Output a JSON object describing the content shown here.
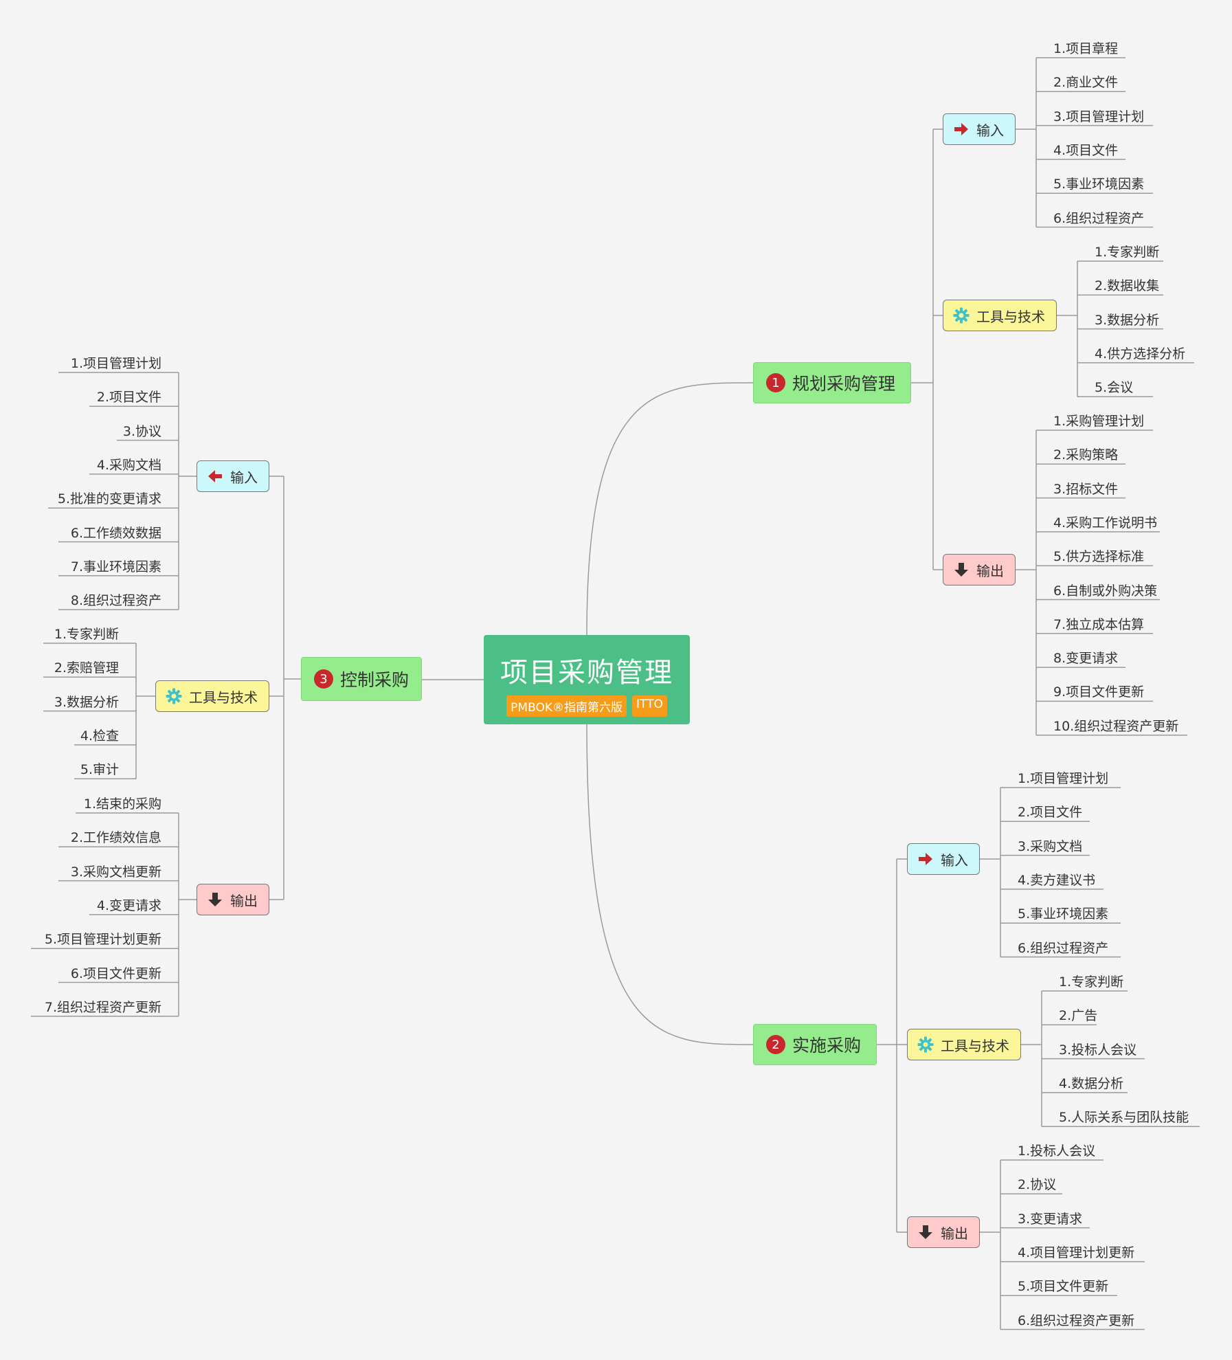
{
  "root": {
    "title": "项目采购管理",
    "tag1": "PMBOK®指南第六版",
    "tag2": "ITTO"
  },
  "branches": [
    {
      "num": "1",
      "label": "规划采购管理",
      "input": {
        "label": "输入",
        "items": [
          "1.项目章程",
          "2.商业文件",
          "3.项目管理计划",
          "4.项目文件",
          "5.事业环境因素",
          "6.组织过程资产"
        ]
      },
      "tools": {
        "label": "工具与技术",
        "items": [
          "1.专家判断",
          "2.数据收集",
          "3.数据分析",
          "4.供方选择分析",
          "5.会议"
        ]
      },
      "output": {
        "label": "输出",
        "items": [
          "1.采购管理计划",
          "2.采购策略",
          "3.招标文件",
          "4.采购工作说明书",
          "5.供方选择标准",
          "6.自制或外购决策",
          "7.独立成本估算",
          "8.变更请求",
          "9.项目文件更新",
          "10.组织过程资产更新"
        ]
      }
    },
    {
      "num": "2",
      "label": "实施采购",
      "input": {
        "label": "输入",
        "items": [
          "1.项目管理计划",
          "2.项目文件",
          "3.采购文档",
          "4.卖方建议书",
          "5.事业环境因素",
          "6.组织过程资产"
        ]
      },
      "tools": {
        "label": "工具与技术",
        "items": [
          "1.专家判断",
          "2.广告",
          "3.投标人会议",
          "4.数据分析",
          "5.人际关系与团队技能"
        ]
      },
      "output": {
        "label": "输出",
        "items": [
          "1.投标人会议",
          "2.协议",
          "3.变更请求",
          "4.项目管理计划更新",
          "5.项目文件更新",
          "6.组织过程资产更新"
        ]
      }
    },
    {
      "num": "3",
      "label": "控制采购",
      "input": {
        "label": "输入",
        "items": [
          "1.项目管理计划",
          "2.项目文件",
          "3.协议",
          "4.采购文档",
          "5.批准的变更请求",
          "6.工作绩效数据",
          "7.事业环境因素",
          "8.组织过程资产"
        ]
      },
      "tools": {
        "label": "工具与技术",
        "items": [
          "1.专家判断",
          "2.索赔管理",
          "3.数据分析",
          "4.检查",
          "5.审计"
        ]
      },
      "output": {
        "label": "输出",
        "items": [
          "1.结束的采购",
          "2.工作绩效信息",
          "3.采购文档更新",
          "4.变更请求",
          "5.项目管理计划更新",
          "6.项目文件更新",
          "7.组织过程资产更新"
        ]
      }
    }
  ],
  "colors": {
    "root": "#4cbf86",
    "branch": "#95ec8c",
    "input": "#cdf8fb",
    "tools": "#fbf69a",
    "output": "#ffcaca",
    "badge": "#c8272c",
    "arrow": "#c8272c",
    "gear": "#3fc1c9"
  }
}
